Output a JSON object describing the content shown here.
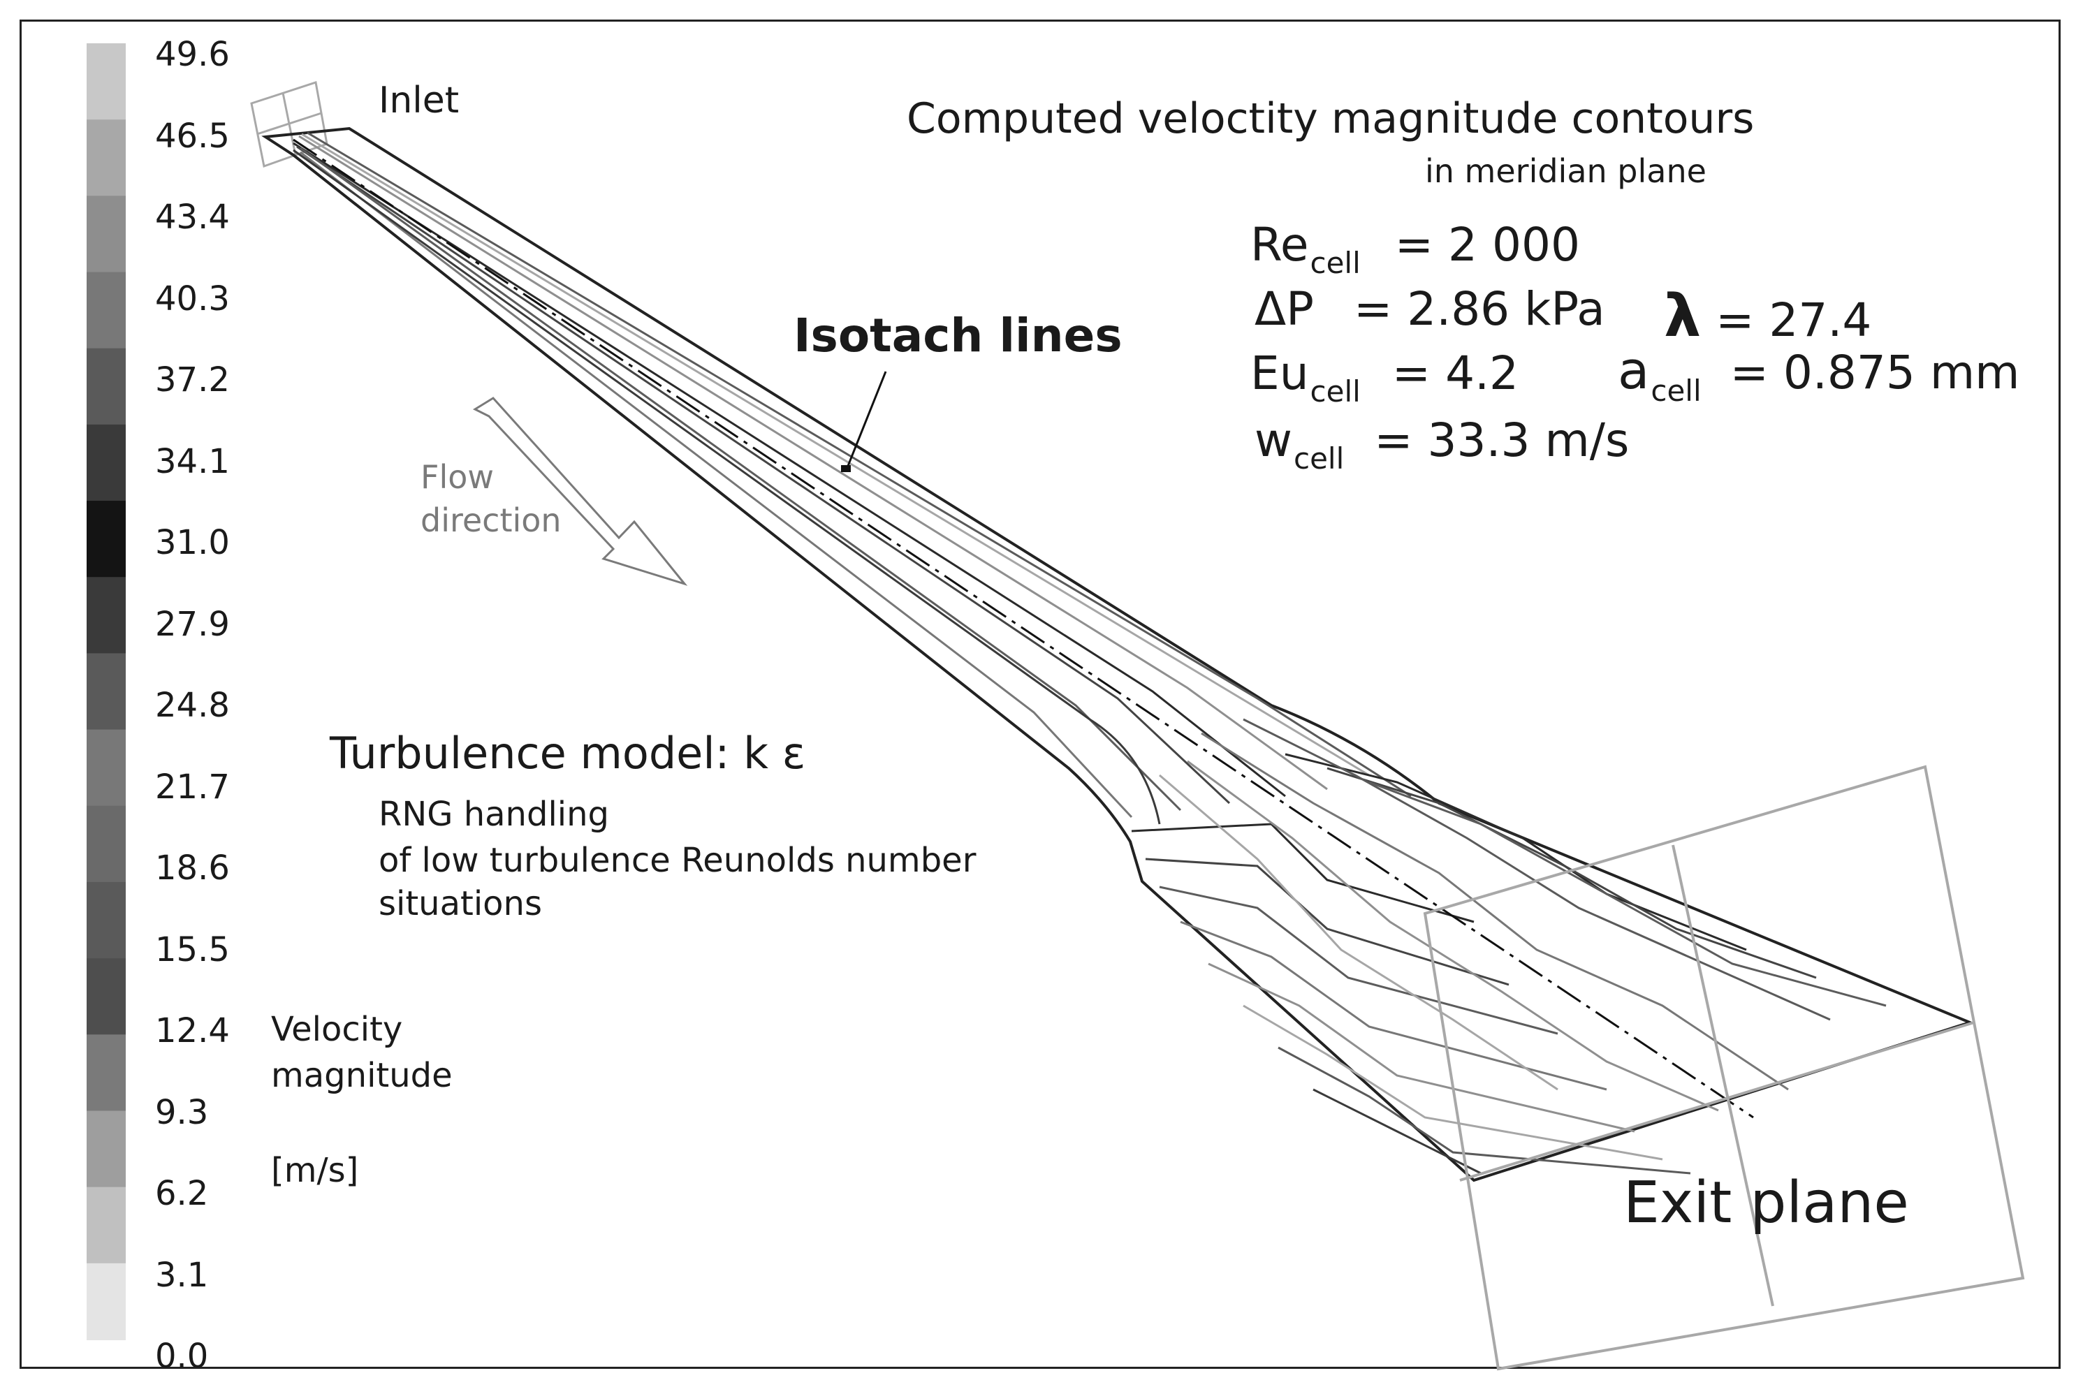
{
  "colorbar": {
    "ticks": [
      "49.6",
      "46.5",
      "43.4",
      "40.3",
      "37.2",
      "34.1",
      "31.0",
      "27.9",
      "24.8",
      "21.7",
      "18.6",
      "15.5",
      "12.4",
      "9.3",
      "6.2",
      "3.1",
      "0.0"
    ],
    "band_colors": [
      "#c8c8c8",
      "#a8a8a8",
      "#8e8e8e",
      "#787878",
      "#5a5a5a",
      "#3a3a3a",
      "#141414",
      "#3a3a3a",
      "#5a5a5a",
      "#787878",
      "#6a6a6a",
      "#5a5a5a",
      "#4e4e4e",
      "#7a7a7a",
      "#9e9e9e",
      "#c0c0c0",
      "#e4e4e4"
    ],
    "title_line1": "Velocity",
    "title_line2": "magnitude",
    "unit": "[m/s]"
  },
  "labels": {
    "inlet": "Inlet",
    "title_line1": "Computed veloctity magnitude contours",
    "title_line2": "in meridian plane",
    "isotach": "Isotach lines",
    "flow_line1": "Flow",
    "flow_line2": "direction",
    "turbulence": "Turbulence model:  k ε",
    "rng_line1": "RNG handling",
    "rng_line2": "of low turbulence Reunolds number",
    "rng_line3": "situations",
    "exit_plane": "Exit plane"
  },
  "params": {
    "re_sym": "Re",
    "re_sub": "cell",
    "re_val": "= 2 000",
    "dp_sym": "ΔP",
    "dp_val": "= 2.86 kPa",
    "eu_sym": "Eu",
    "eu_sub": "cell",
    "eu_val": "= 4.2",
    "w_sym": "w",
    "w_sub": "cell",
    "w_val": "=  33.3 m/s",
    "lambda_sym": "λ",
    "lambda_val": "= 27.4",
    "a_sym": "a",
    "a_sub": "cell",
    "a_val": "=  0.875 mm"
  }
}
